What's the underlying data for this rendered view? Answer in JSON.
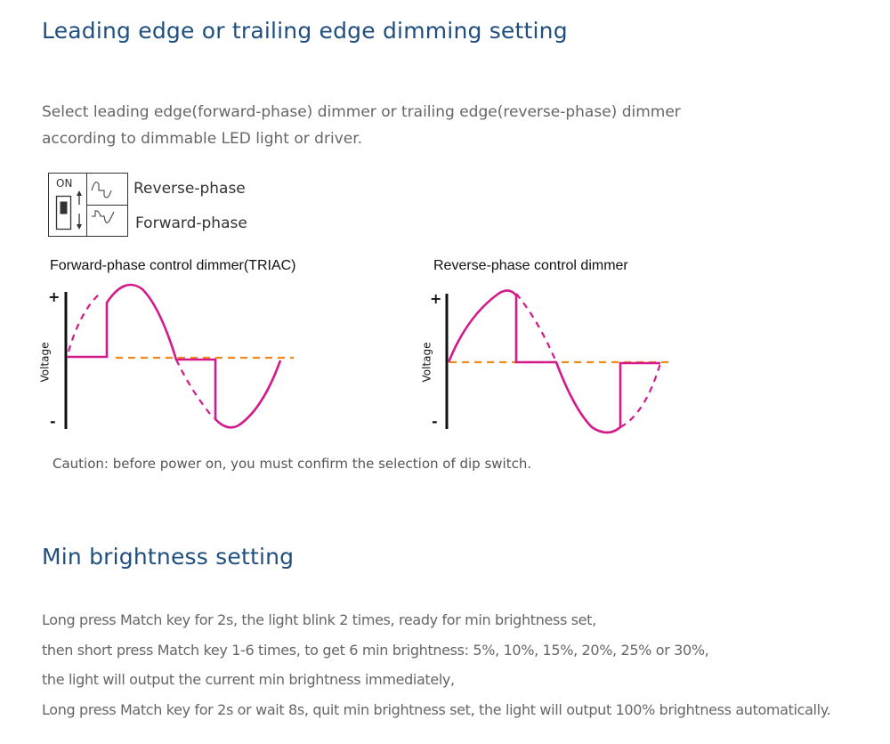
{
  "section1": {
    "title": "Leading edge or trailing edge dimming setting",
    "paragraph_lines": [
      "Select leading edge(forward-phase) dimmer or trailing edge(reverse-phase) dimmer",
      "according to dimmable LED light or driver."
    ],
    "dip_switch": {
      "on_label": "ON",
      "options": [
        "Reverse-phase",
        "Forward-phase"
      ]
    },
    "charts": [
      {
        "title": "Forward-phase control dimmer(TRIAC)",
        "axis_label": "Voltage",
        "plus": "+",
        "minus": "-"
      },
      {
        "title": "Reverse-phase control dimmer",
        "axis_label": "Voltage",
        "plus": "+",
        "minus": "-"
      }
    ],
    "caution": "Caution: before power on, you must confirm the selection of dip switch."
  },
  "section2": {
    "title": "Min brightness setting",
    "lines": [
      "Long press Match key for 2s, the light blink 2 times, ready for min brightness set,",
      "then short press Match key 1-6 times, to get 6 min brightness: 5%, 10%, 15%,  20%, 25% or 30%,",
      "the light will output the current min brightness immediately,",
      "Long press Match key for 2s or wait 8s, quit min brightness set, the light will output 100% brightness automatically."
    ]
  },
  "colors": {
    "title": "#1f4f7f",
    "wave": "#d4198a",
    "baseline": "#f08a1c"
  }
}
